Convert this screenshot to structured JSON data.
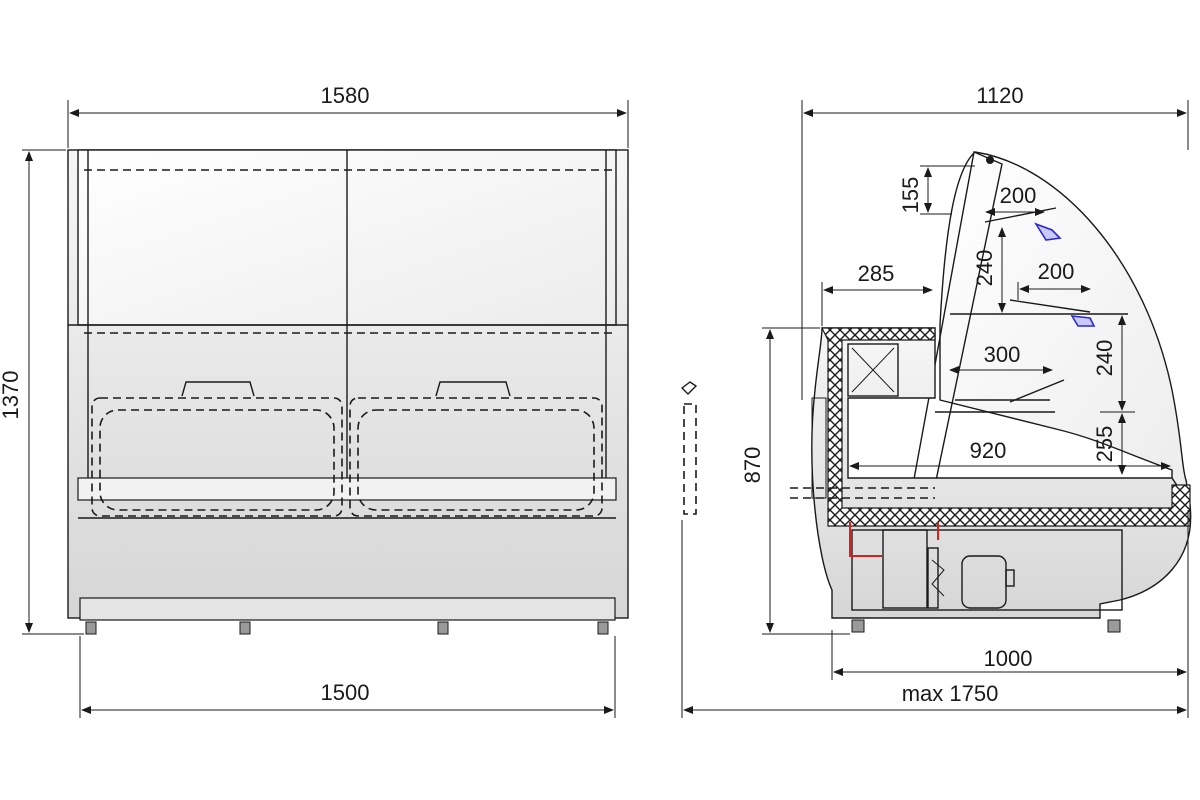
{
  "front_view": {
    "width_top": "1580",
    "width_bottom": "1500",
    "height": "1370"
  },
  "side_view": {
    "depth_top": "1120",
    "depth_base": "1000",
    "depth_max": "max 1750",
    "height": "870",
    "top_shelf_offset": "155",
    "shelf_1_depth": "200",
    "shelf_spacing_1": "240",
    "shelf_2_depth": "200",
    "rear_overhang": "285",
    "shelf_3_depth": "300",
    "shelf_spacing_2": "240",
    "shelf_bottom_height": "255",
    "deck_depth": "920"
  },
  "colors": {
    "line": "#1a1a1a",
    "insulation": "#1a1a1a",
    "refrigerant_pipe": "#d62020",
    "shelf_lamp": "#2a2ad0"
  }
}
